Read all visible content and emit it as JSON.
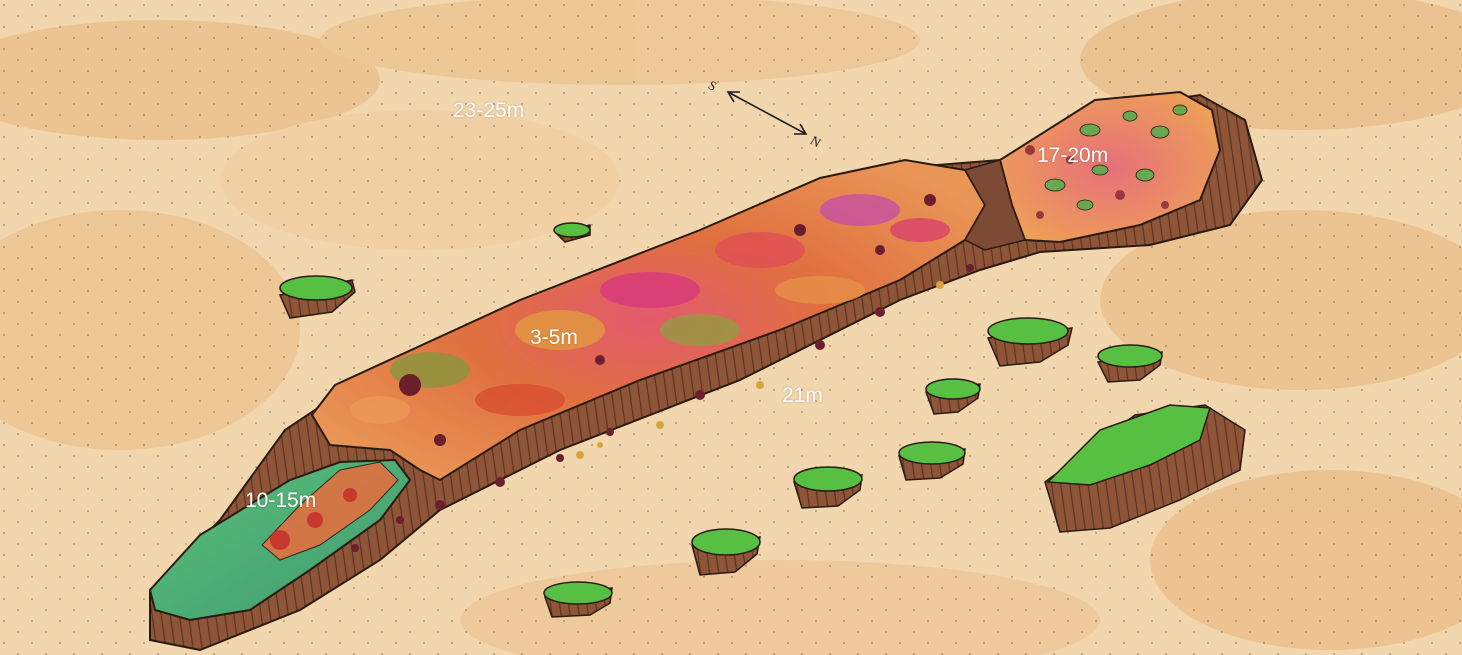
{
  "depth_labels": {
    "surrounding_sand": "23-25m",
    "north_reef": "17-20m",
    "reef_top": "3-5m",
    "reef_wall": "21m",
    "south_reef": "10-15m"
  },
  "compass": {
    "south": "S",
    "north": "N"
  },
  "colors": {
    "sand": "#f1d3aa",
    "sand_wash": "#e9b97e",
    "reef_wall": "#8b5237",
    "reef_top_orange": "#e98a4c",
    "reef_top_red": "#d4453a",
    "reef_top_pink": "#d93a7a",
    "green_patch": "#57c043",
    "south_green": "#4faf72",
    "outline": "#2a1a12"
  }
}
